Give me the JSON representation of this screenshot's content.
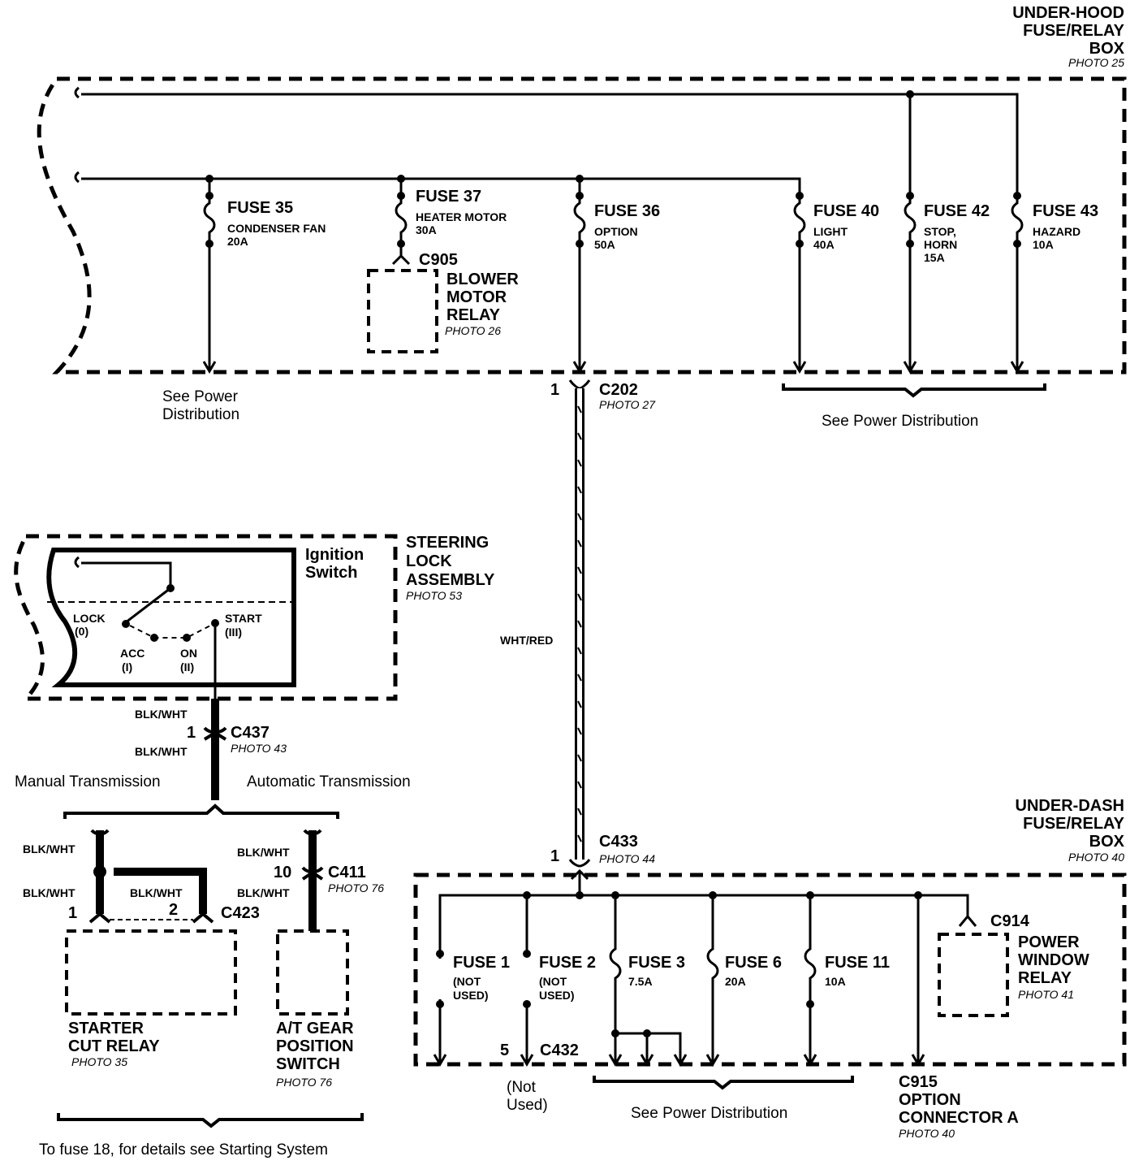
{
  "under_hood": {
    "title_line1": "UNDER-HOOD",
    "title_line2": "FUSE/RELAY",
    "title_line3": "BOX",
    "photo": "PHOTO 25",
    "fuses": [
      {
        "name": "FUSE 35",
        "desc1": "CONDENSER FAN",
        "desc2": "20A"
      },
      {
        "name": "FUSE 37",
        "desc1": "HEATER MOTOR",
        "desc2": "30A"
      },
      {
        "name": "FUSE 36",
        "desc1": "OPTION",
        "desc2": "50A"
      },
      {
        "name": "FUSE 40",
        "desc1": "LIGHT",
        "desc2": "40A"
      },
      {
        "name": "FUSE 42",
        "desc1": "STOP,",
        "desc2": "HORN",
        "desc3": "15A"
      },
      {
        "name": "FUSE 43",
        "desc1": "HAZARD",
        "desc2": "10A"
      }
    ],
    "c905": "C905",
    "blower_line1": "BLOWER",
    "blower_line2": "MOTOR",
    "blower_line3": "RELAY",
    "blower_photo": "PHOTO 26",
    "see_power_1a": "See Power",
    "see_power_1b": "Distribution",
    "see_power_2": "See Power Distribution"
  },
  "c202": {
    "label": "C202",
    "photo": "PHOTO 27",
    "pin": "1"
  },
  "wire_main": "WHT/RED",
  "steering": {
    "line1": "STEERING",
    "line2": "LOCK",
    "line3": "ASSEMBLY",
    "photo": "PHOTO 53",
    "ign1": "Ignition",
    "ign2": "Switch",
    "lock1": "LOCK",
    "lock2": "(0)",
    "acc1": "ACC",
    "acc2": "(I)",
    "on1": "ON",
    "on2": "(II)",
    "start1": "START",
    "start2": "(III)"
  },
  "c437": {
    "label": "C437",
    "photo": "PHOTO 43",
    "pin": "1",
    "wire_top": "BLK/WHT",
    "wire_bot": "BLK/WHT"
  },
  "manual": "Manual Transmission",
  "automatic": "Automatic Transmission",
  "starter": {
    "wire1": "BLK/WHT",
    "wire2": "BLK/WHT",
    "wire3": "BLK/WHT",
    "pin1": "1",
    "pin2": "2",
    "c423": "C423",
    "name1": "STARTER",
    "name2": "CUT RELAY",
    "photo": "PHOTO 35"
  },
  "atgear": {
    "wire1": "BLK/WHT",
    "wire2": "BLK/WHT",
    "pin": "10",
    "c411": "C411",
    "c411_photo": "PHOTO 76",
    "name1": "A/T GEAR",
    "name2": "POSITION",
    "name3": "SWITCH",
    "photo": "PHOTO 76"
  },
  "to_fuse": "To fuse 18, for details see Starting System",
  "under_dash": {
    "title_line1": "UNDER-DASH",
    "title_line2": "FUSE/RELAY",
    "title_line3": "BOX",
    "photo": "PHOTO 40",
    "c433": "C433",
    "c433_photo": "PHOTO 44",
    "c433_pin": "1",
    "fuses": [
      {
        "name": "FUSE 1",
        "desc1": "(NOT",
        "desc2": "USED)"
      },
      {
        "name": "FUSE 2",
        "desc1": "(NOT",
        "desc2": "USED)"
      },
      {
        "name": "FUSE 3",
        "desc1": "7.5A"
      },
      {
        "name": "FUSE 6",
        "desc1": "20A"
      },
      {
        "name": "FUSE 11",
        "desc1": "10A"
      }
    ],
    "c914": "C914",
    "pwr1": "POWER",
    "pwr2": "WINDOW",
    "pwr3": "RELAY",
    "pwr_photo": "PHOTO 41",
    "c432": "C432",
    "c432_pin": "5",
    "not_used1": "(Not",
    "not_used2": "Used)",
    "see_power": "See Power Distribution",
    "c915_1": "C915",
    "c915_2": "OPTION",
    "c915_3": "CONNECTOR A",
    "c915_photo": "PHOTO 40"
  }
}
